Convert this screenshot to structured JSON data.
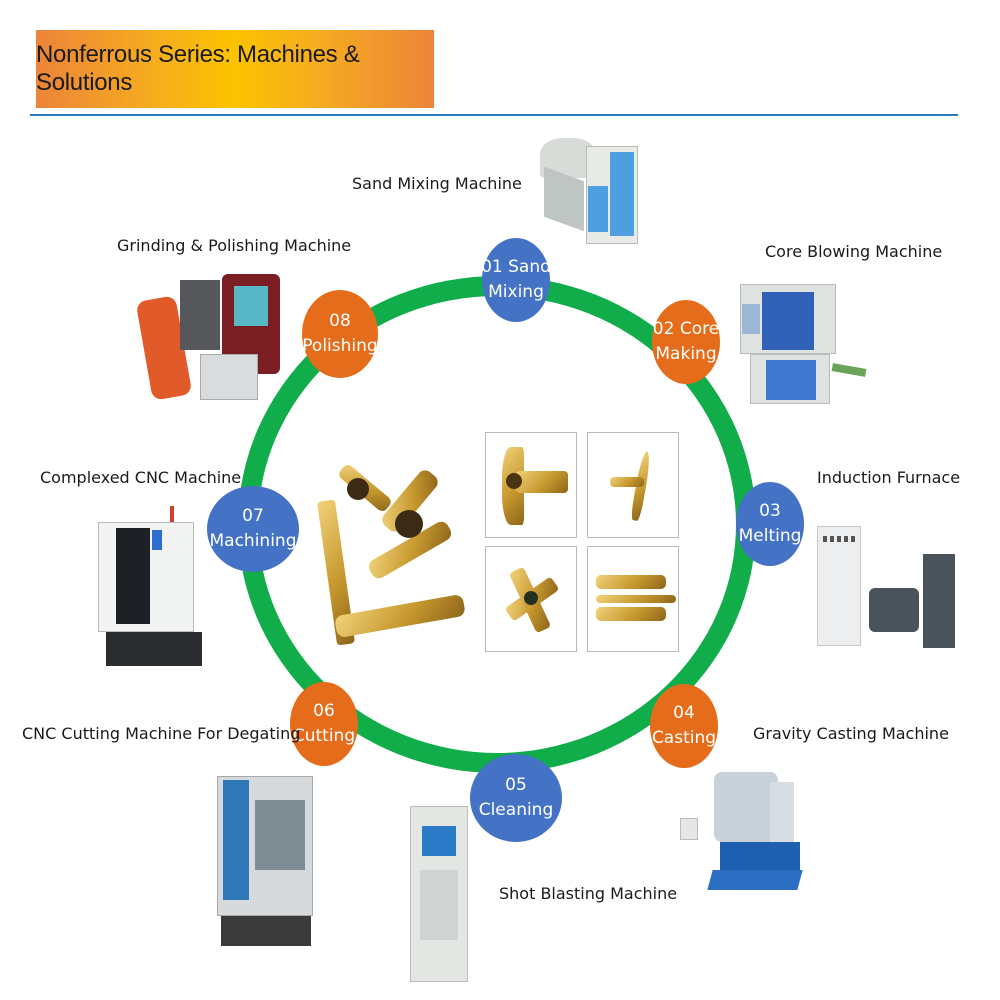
{
  "header": {
    "title": "Nonferrous Series: Machines & Solutions",
    "accent_color": "#2a78c0"
  },
  "cycle": {
    "ring_color": "#10ad4a",
    "steps": [
      {
        "number": "01",
        "name": "Sand Mixing",
        "line1": "01 Sand",
        "line2": "Mixing",
        "color": "#4472c4",
        "machine": "Sand Mixing Machine",
        "icon": "sand-mixer-image"
      },
      {
        "number": "02",
        "name": "Core Making",
        "line1": "02 Core",
        "line2": "Making",
        "color": "#e46c1a",
        "machine": "Core Blowing Machine",
        "icon": "core-blower-image"
      },
      {
        "number": "03",
        "name": "Melting",
        "line1": "03",
        "line2": "Melting",
        "color": "#4472c4",
        "machine": "Induction Furnace",
        "icon": "induction-furnace-image"
      },
      {
        "number": "04",
        "name": "Casting",
        "line1": "04",
        "line2": "Casting",
        "color": "#e46c1a",
        "machine": "Gravity Casting Machine",
        "icon": "gravity-caster-image"
      },
      {
        "number": "05",
        "name": "Cleaning",
        "line1": "05",
        "line2": "Cleaning",
        "color": "#4472c4",
        "machine": "Shot Blasting Machine",
        "icon": "shot-blaster-image"
      },
      {
        "number": "06",
        "name": "Cutting",
        "line1": "06",
        "line2": "Cutting",
        "color": "#e46c1a",
        "machine": "CNC Cutting Machine For Degating",
        "icon": "cnc-cutter-image"
      },
      {
        "number": "07",
        "name": "Machining",
        "line1": "07",
        "line2": "Machining",
        "color": "#4472c4",
        "machine": "Complexed CNC Machine",
        "icon": "cnc-machine-image"
      },
      {
        "number": "08",
        "name": "Polishing",
        "line1": "08",
        "line2": "Polishing",
        "color": "#e46c1a",
        "machine": "Grinding & Polishing Machine",
        "icon": "polishing-robot-image"
      }
    ]
  },
  "center": {
    "products": [
      "brass-fitting-cluster",
      "brass-tee",
      "brass-faucet",
      "brass-impeller",
      "brass-manifold"
    ]
  }
}
